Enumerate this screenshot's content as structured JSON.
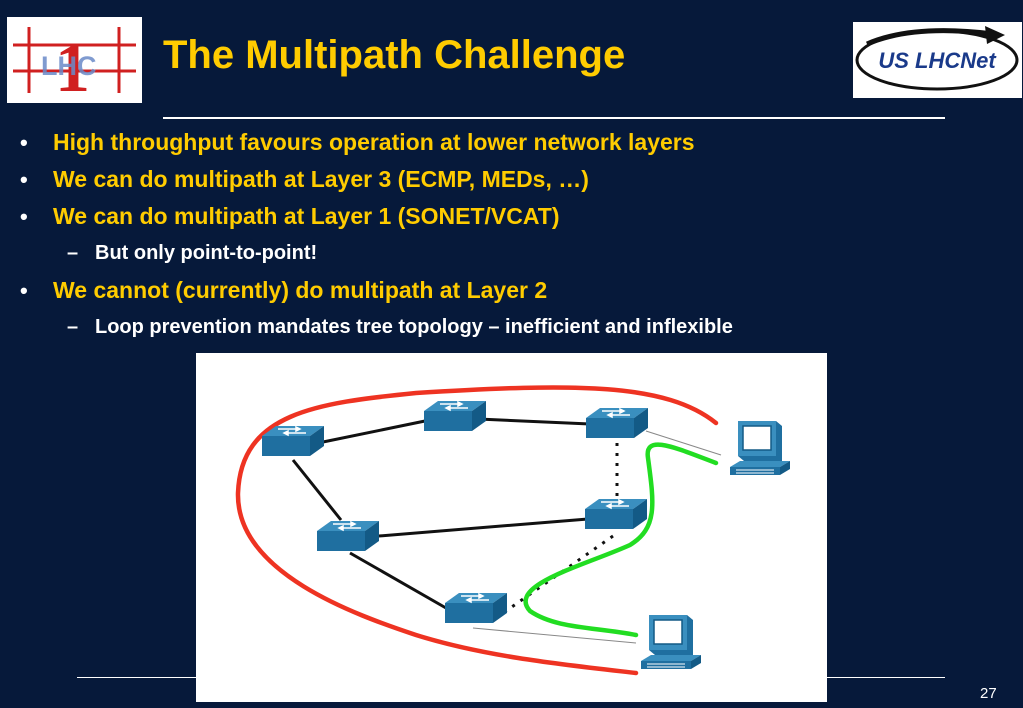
{
  "slide": {
    "title": "The Multipath Challenge",
    "page_number": "27"
  },
  "logos": {
    "left": {
      "text": "LHC",
      "numeral": "1"
    },
    "right": {
      "text": "US LHCNet"
    }
  },
  "bullets": [
    {
      "level": 1,
      "text": "High throughput favours operation at lower network layers"
    },
    {
      "level": 1,
      "text": "We can do multipath at Layer 3 (ECMP, MEDs, …)"
    },
    {
      "level": 1,
      "text": "We can do multipath at Layer 1 (SONET/VCAT)"
    },
    {
      "level": 2,
      "text": "But only point-to-point!"
    },
    {
      "level": 1,
      "text": "We cannot (currently) do multipath at Layer 2"
    },
    {
      "level": 2,
      "text": "Loop prevention mandates tree topology – inefficient and inflexible"
    }
  ],
  "markers": {
    "level1": "•",
    "level2": "–"
  },
  "diagram": {
    "switches": [
      "switch-top-left",
      "switch-top-center",
      "switch-top-right",
      "switch-middle-left",
      "switch-middle-right",
      "switch-bottom"
    ],
    "hosts": [
      "host-top-right",
      "host-bottom-right"
    ],
    "colors": {
      "red_path": "#ee3322",
      "green_path": "#22dd22",
      "switch_top": "#3a8fbf",
      "switch_side": "#135a86",
      "link": "#111111"
    }
  },
  "colors": {
    "background": "#06193a",
    "title": "#ffcc00",
    "bullet_text": "#ffcc00",
    "sub_bullet_text": "#ffffff"
  }
}
